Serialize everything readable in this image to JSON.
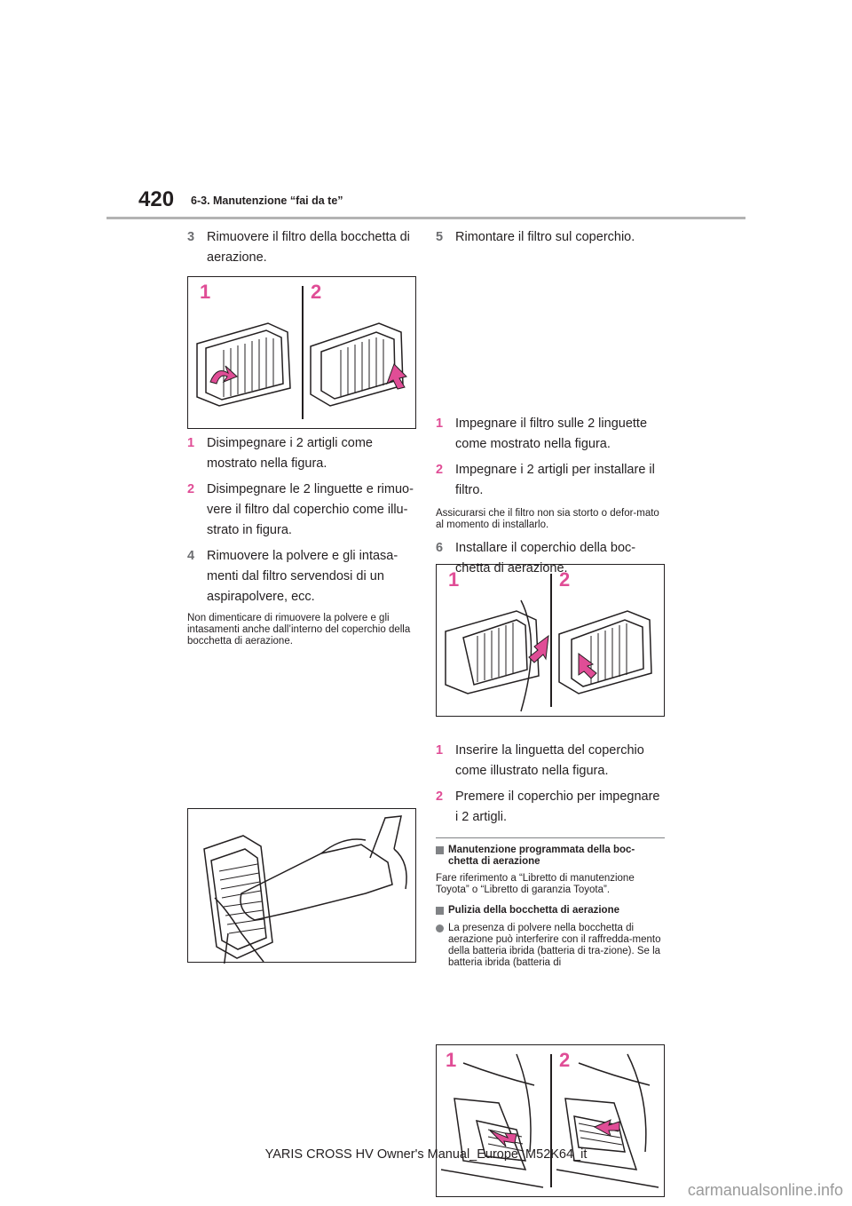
{
  "header": {
    "page_number": "420",
    "section": "6-3. Manutenzione “fai da te”"
  },
  "left": {
    "step3": {
      "num": "3",
      "text": "Rimuovere il filtro della bocchetta di aerazione."
    },
    "fig1": {
      "label1": "1",
      "label2": "2"
    },
    "sub1": {
      "num": "1",
      "text": "Disimpegnare i 2 artigli come mostrato nella figura."
    },
    "sub2": {
      "num": "2",
      "text": "Disimpegnare le 2 linguette e rimuo-vere il filtro dal coperchio come illu-strato in figura."
    },
    "step4": {
      "num": "4",
      "text": "Rimuovere la polvere e gli intasa-menti dal filtro servendosi di un aspirapolvere, ecc."
    },
    "note": "Non dimenticare di rimuovere la polvere e gli intasamenti anche dall’interno del coperchio della bocchetta di aerazione."
  },
  "right": {
    "step5": {
      "num": "5",
      "text": "Rimontare il filtro sul coperchio."
    },
    "fig3": {
      "label1": "1",
      "label2": "2"
    },
    "sub1": {
      "num": "1",
      "text": "Impegnare il filtro sulle 2 linguette come mostrato nella figura."
    },
    "sub2": {
      "num": "2",
      "text": "Impegnare i 2 artigli per installare il filtro."
    },
    "note": "Assicurarsi che il filtro non sia storto o defor-mato al momento di installarlo.",
    "step6": {
      "num": "6",
      "text": "Installare il coperchio della boc-chetta di aerazione."
    },
    "fig4": {
      "label1": "1",
      "label2": "2"
    },
    "sub3": {
      "num": "1",
      "text": "Inserire la linguetta del coperchio come illustrato nella figura."
    },
    "sub4": {
      "num": "2",
      "text": "Premere il coperchio per impegnare i 2 artigli."
    },
    "info1": {
      "title": "Manutenzione programmata della boc-chetta di aerazione",
      "text": "Fare riferimento a “Libretto di manutenzione Toyota” o “Libretto di garanzia Toyota”."
    },
    "info2": {
      "title": "Pulizia della bocchetta di aerazione",
      "bullet": "La presenza di polvere nella bocchetta di aerazione può interferire con il raffredda-mento della batteria ibrida (batteria di tra-zione). Se la batteria ibrida (batteria di"
    }
  },
  "footer": "YARIS CROSS HV Owner's Manual_Europe_M52K64_it",
  "watermark": "carmanualsonline.info",
  "colors": {
    "accent": "#e04d96",
    "rule": "#b3b3b3",
    "text": "#231f20"
  }
}
